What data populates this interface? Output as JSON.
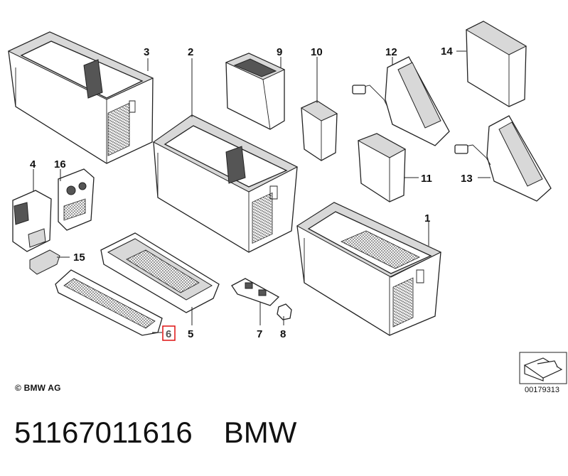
{
  "callouts": [
    "1",
    "2",
    "3",
    "4",
    "5",
    "6",
    "7",
    "8",
    "9",
    "10",
    "11",
    "12",
    "13",
    "14",
    "15",
    "16"
  ],
  "highlighted_callout": "6",
  "highlight_color": "#dd1111",
  "copyright": "© BMW AG",
  "figure_id": "00179313",
  "part_number": "51167011616",
  "brand": "BMW"
}
